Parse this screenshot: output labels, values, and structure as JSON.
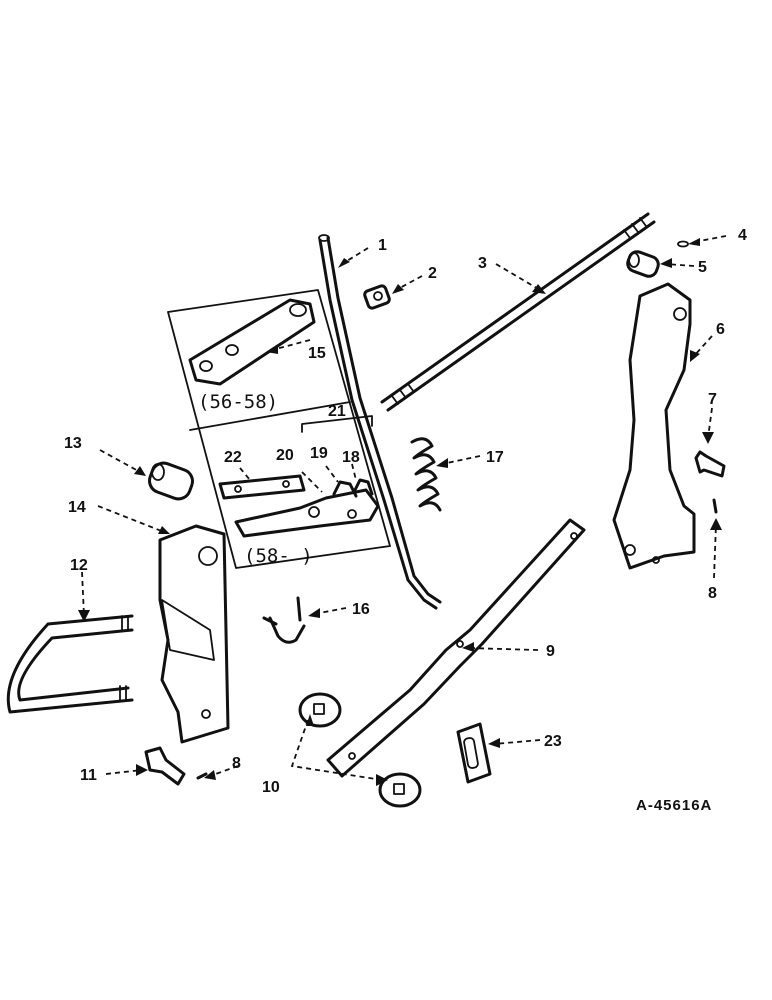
{
  "drawing_ref": "A-45616A",
  "inset_notes": {
    "upper": "(56-58)",
    "lower": "(58-        )"
  },
  "callouts": [
    "1",
    "2",
    "3",
    "4",
    "5",
    "6",
    "7",
    "8",
    "8",
    "9",
    "10",
    "11",
    "12",
    "13",
    "14",
    "15",
    "16",
    "17",
    "18",
    "19",
    "20",
    "21",
    "22",
    "23"
  ]
}
